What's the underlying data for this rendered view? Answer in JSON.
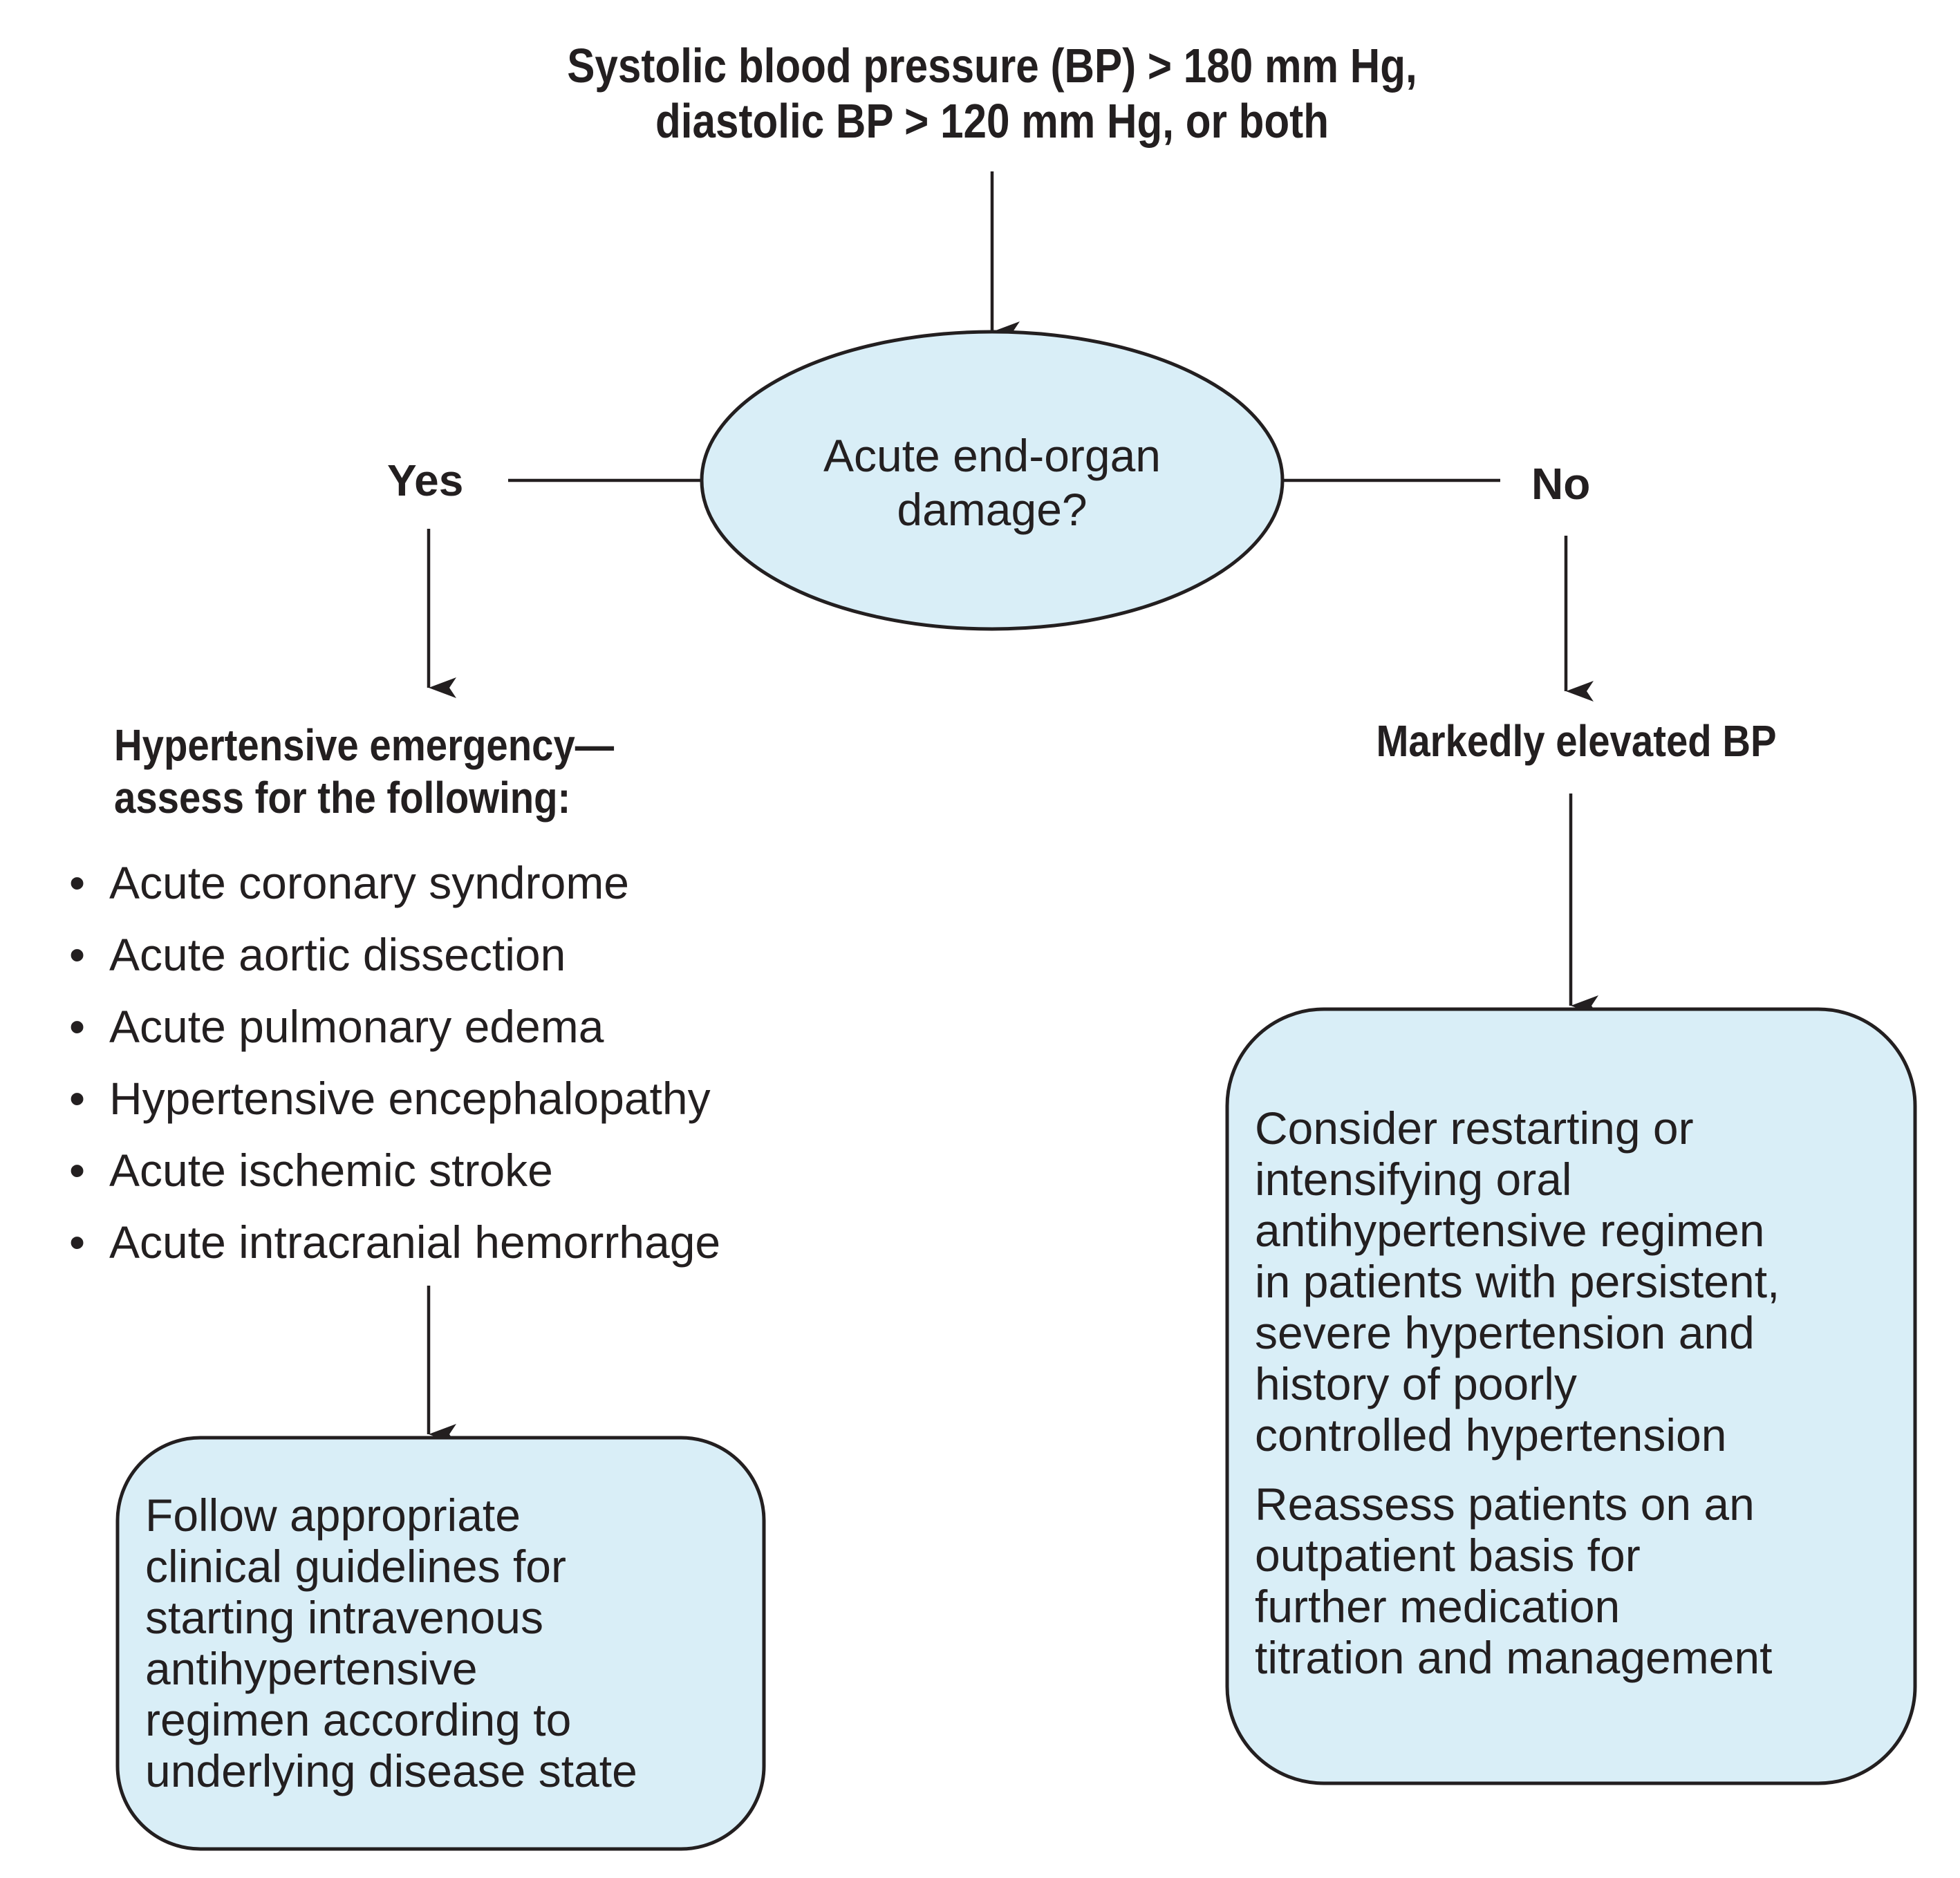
{
  "flowchart": {
    "start": {
      "line1": "Systolic blood pressure (BP) > 180 mm Hg,",
      "line2": "diastolic BP > 120 mm Hg, or both"
    },
    "decision": {
      "line1": "Acute end-organ",
      "line2": "damage?"
    },
    "yes_label": "Yes",
    "no_label": "No",
    "yes_branch": {
      "heading_line1": "Hypertensive emergency—",
      "heading_line2": "assess for the following:",
      "bullet": "•",
      "items": [
        "Acute coronary syndrome",
        "Acute aortic dissection",
        "Acute pulmonary edema",
        "Hypertensive encephalopathy",
        "Acute ischemic stroke",
        "Acute intracranial hemorrhage"
      ],
      "box_text": "Follow appropriate\nclinical guidelines for\nstarting intravenous\nantihypertensive\nregimen according to\nunderlying disease state"
    },
    "no_branch": {
      "label": "Markedly elevated BP",
      "box_paragraph1": "Consider restarting or\nintensifying oral\nantihypertensive regimen\nin patients with persistent,\nsevere hypertension and\nhistory of poorly\ncontrolled hypertension",
      "box_paragraph2": "Reassess patients on an\noutpatient basis for\nfurther medication\ntitration and management"
    }
  },
  "colors": {
    "node_fill": "#d9eef7",
    "stroke": "#231f20",
    "text": "#231f20"
  }
}
